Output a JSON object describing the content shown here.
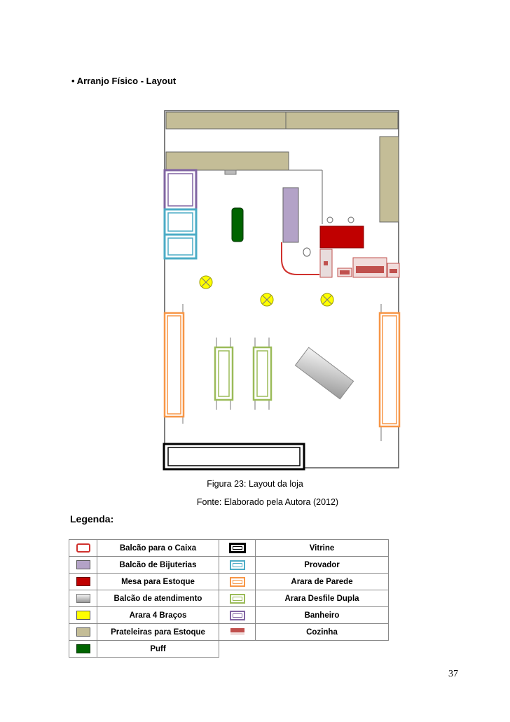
{
  "heading": "• Arranjo Físico - Layout",
  "figure": {
    "caption": "Figura 23: Layout da loja",
    "source": "Fonte: Elaborado pela Autora (2012)"
  },
  "legend": {
    "title": "Legenda:",
    "left_items": [
      {
        "label": "Balcão para o Caixa",
        "icon": "counter-outline-icon",
        "color": "#d0312d"
      },
      {
        "label": "Balcão de Bijuterias",
        "icon": "jewelry-counter-icon",
        "color": "#b3a2c7"
      },
      {
        "label": "Mesa para Estoque",
        "icon": "stock-table-icon",
        "color": "#c00000"
      },
      {
        "label": "Balcão de atendimento",
        "icon": "service-counter-icon",
        "color": "#c8c8c8"
      },
      {
        "label": "Arara 4 Braços",
        "icon": "four-arm-rack-icon",
        "color": "#ffff00"
      },
      {
        "label": "Prateleiras para Estoque",
        "icon": "shelf-icon",
        "color": "#c4bd97"
      },
      {
        "label": "Puff",
        "icon": "puff-icon",
        "color": "#006400"
      }
    ],
    "right_items": [
      {
        "label": "Vitrine",
        "icon": "showcase-icon",
        "color": "#000000"
      },
      {
        "label": "Provador",
        "icon": "fitting-room-icon",
        "color": "#4bacc6"
      },
      {
        "label": "Arara de Parede",
        "icon": "wall-rack-icon",
        "color": "#f79646"
      },
      {
        "label": "Arara Desfile Dupla",
        "icon": "double-rack-icon",
        "color": "#9bbb59"
      },
      {
        "label": "Banheiro",
        "icon": "bathroom-icon",
        "color": "#8064a2"
      },
      {
        "label": "Cozinha",
        "icon": "kitchen-icon",
        "color": "#c0504d"
      }
    ]
  },
  "page_number": "37"
}
